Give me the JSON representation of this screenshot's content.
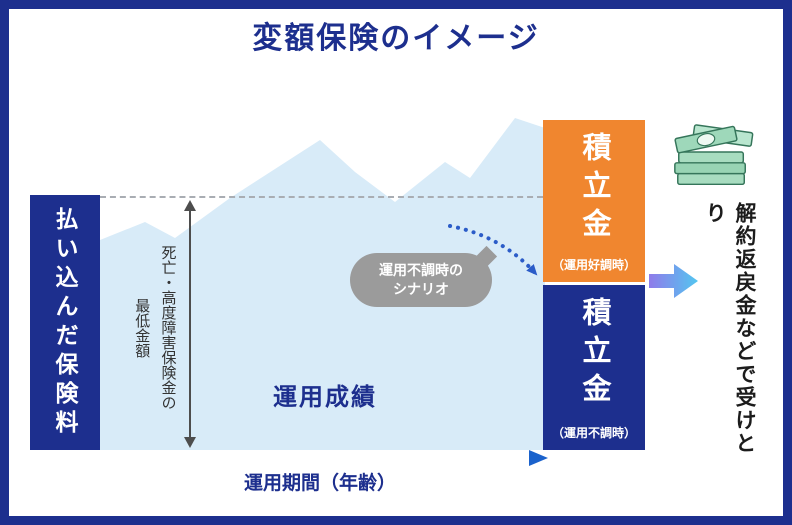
{
  "title": "変額保険のイメージ",
  "diagram": {
    "left_box_label": "払い込んだ保険料",
    "min_amount_line1": "死亡・高度障害保険金の",
    "min_amount_line2": "最低金額",
    "performance_label": "運用成績",
    "bubble_line1": "運用不調時の",
    "bubble_line2": "シナリオ",
    "good_box": {
      "title": "積立金",
      "subtitle": "（運用好調時）"
    },
    "bad_box": {
      "title": "積立金",
      "subtitle": "（運用不調時）"
    },
    "right_label": "解約返戻金などで受けとり",
    "axis_label": "運用期間（年齢）"
  },
  "icons": {
    "money": "money-stack-icon",
    "receive_arrow": "receive-arrow-icon",
    "timeline_arrow": "timeline-arrow-icon",
    "scenario_arrow": "scenario-dotted-arrow-icon",
    "min_amount_arrow": "min-amount-range-arrow-icon"
  },
  "colors": {
    "navy": "#1d2f8e",
    "light_blue": "#d8ebf8",
    "orange": "#f0862f",
    "bubble_gray": "#9b9b9b",
    "dashed_gray": "#a9adb3",
    "axis_teal": "#63cdd8",
    "axis_blue": "#1b62cc",
    "arrow_purple": "#8f7bea",
    "arrow_cyan": "#53c6f0",
    "dotted_arrow_blue": "#2b5cc8"
  }
}
